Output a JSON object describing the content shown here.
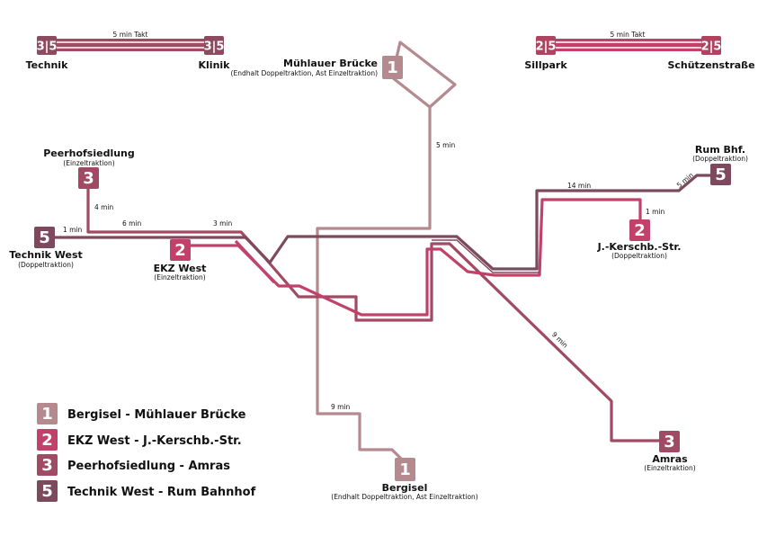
{
  "colors": {
    "line1": "#b48a8f",
    "line2": "#c2416a",
    "line3": "#a04a63",
    "line5": "#7d4a5d"
  },
  "shuttles": {
    "left": {
      "badge": "3|5",
      "from": "Technik",
      "to": "Klinik",
      "freq": "5 min Takt"
    },
    "right": {
      "badge": "2|5",
      "from": "Sillpark",
      "to": "Schützenstraße",
      "freq": "5 min Takt"
    }
  },
  "stations": {
    "muehlauer": {
      "num": "1",
      "name": "Mühlauer Brücke",
      "note": "(Endhalt Doppeltraktion, Ast Einzeltraktion)"
    },
    "bergisel": {
      "num": "1",
      "name": "Bergisel",
      "note": "(Endhalt Doppeltraktion, Ast Einzeltraktion)"
    },
    "peerhof": {
      "num": "3",
      "name": "Peerhofsiedlung",
      "note": "(Einzeltraktion)"
    },
    "technikwest": {
      "num": "5",
      "name": "Technik West",
      "note": "(Doppeltraktion)"
    },
    "ekzwest": {
      "num": "2",
      "name": "EKZ West",
      "note": "(Einzeltraktion)"
    },
    "rumbhf": {
      "num": "5",
      "name": "Rum Bhf.",
      "note": "(Doppeltraktion)"
    },
    "kerschb": {
      "num": "2",
      "name": "J.-Kerschb.-Str.",
      "note": "(Doppeltraktion)"
    },
    "amras": {
      "num": "3",
      "name": "Amras",
      "note": "(Einzeltraktion)"
    }
  },
  "times": {
    "t_5min_muehlau": "5 min",
    "t_4min": "4 min",
    "t_1min_tw": "1 min",
    "t_6min": "6 min",
    "t_3min": "3 min",
    "t_14min": "14 min",
    "t_5min_rum": "5 min",
    "t_1min_kersch": "1 min",
    "t_9min_amras": "9 min",
    "t_9min_bergisel": "9 min"
  },
  "legend": [
    {
      "num": "1",
      "text": "Bergisel - Mühlauer Brücke"
    },
    {
      "num": "2",
      "text": "EKZ West - J.-Kerschb.-Str."
    },
    {
      "num": "3",
      "text": "Peerhofsiedlung - Amras"
    },
    {
      "num": "5",
      "text": "Technik West - Rum Bahnhof"
    }
  ]
}
